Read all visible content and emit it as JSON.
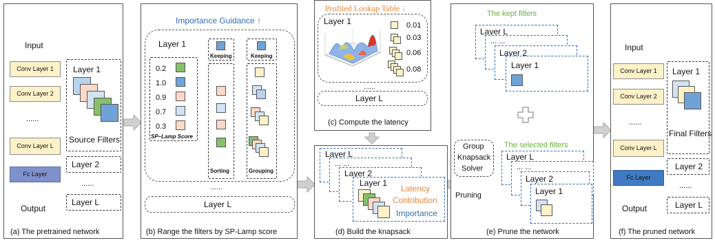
{
  "colors": {
    "conv": "#fdf1c8",
    "fc_a": "#7f91cc",
    "fc_f": "#3f7ac2",
    "pink": "#fbd9c8",
    "blue": "#b9d3ee",
    "green": "#86c06a",
    "deep_blue": "#6fa3d8",
    "orange_text": "#e8853a",
    "green_text": "#69b03c",
    "blue_text": "#2e6db4",
    "arrow": "#c8c8c8"
  },
  "panel_a": {
    "input": "Input",
    "conv1": "Conv Layer 1",
    "conv2": "Conv Layer 2",
    "dots": "......",
    "convl": "Conv Layer L",
    "fc": "Fc Layer",
    "output": "Output",
    "layer1": "Layer 1",
    "source_filters": "Source Filters",
    "layer2": "Layer 2",
    "dots2": "......",
    "layerl": "Layer L",
    "caption": "(a) The pretrained network"
  },
  "panel_b": {
    "importance_guidance": "Importance Guidance ↑",
    "layer1": "Layer 1",
    "scores": [
      "0.2",
      "1.0",
      "0.9",
      "0.7",
      "0.3"
    ],
    "score_label": "SP–Lamp Score",
    "keeping": "Keeping",
    "keeping2": "Keeping",
    "sorting": "Sorting",
    "grouping": "Grouping",
    "dots": "......",
    "layerl": "Layer L",
    "caption": "(b) Range the filters by SP-Lamp score"
  },
  "panel_c": {
    "title": "Profiled Lookup Table ↓",
    "layer1": "Layer 1",
    "latencies": [
      "0.01",
      "0.03",
      "0.06",
      "0.08"
    ],
    "dots": "......",
    "layerl": "Layer L",
    "caption": "(c) Compute the latency"
  },
  "panel_d": {
    "layerl": "Layer L",
    "dots": "... ...",
    "layer2": "Layer 2",
    "layer1": "Layer 1",
    "latency": "Latency",
    "contribution": "Contribution",
    "importance": "Importance",
    "caption": "(d) Build the knapsack"
  },
  "panel_e": {
    "kept_filters": "The kept filters",
    "layerl": "Layer L",
    "dots": "... ...",
    "layer2": "Layer 2",
    "layer1": "Layer 1",
    "solver": [
      "Group",
      "Knapsack",
      "Solver"
    ],
    "selected_filters": "The selected filters",
    "layerl_b": "Layer L",
    "dots_b": "... ...",
    "layer2_b": "Layer 2",
    "layer1_b": "Layer 1",
    "pruning": "Pruning",
    "caption": "(e) Prune the network"
  },
  "panel_f": {
    "input": "Input",
    "conv1": "Conv Layer 1",
    "conv2": "Conv Layer 2",
    "dots": "......",
    "convl": "Conv Layer L",
    "fc": "Fc Layer",
    "output": "Output",
    "layer1": "Layer 1",
    "final_filters": "Final Filters",
    "layer2": "Layer 2",
    "dots2": "......",
    "layerl": "Layer L",
    "caption": "(f) The pruned network"
  }
}
